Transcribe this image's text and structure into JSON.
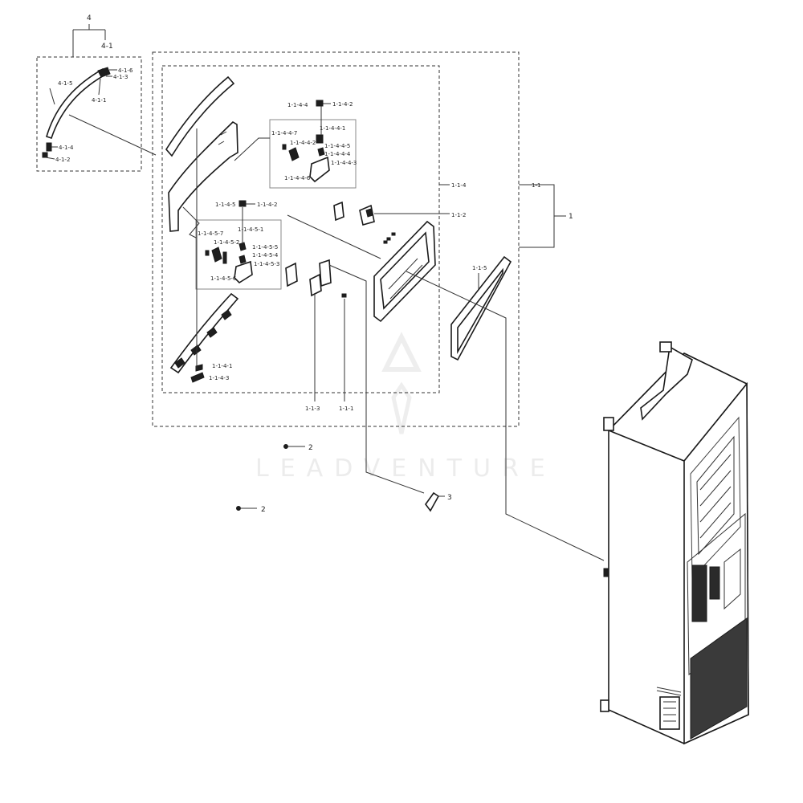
{
  "watermark": {
    "text": "LEADVENTURE"
  },
  "labels": {
    "l4": "4",
    "l4_1": "4-1",
    "l4_1_6": "4-1-6",
    "l4_1_3": "4-1-3",
    "l4_1_5": "4-1-5",
    "l4_1_1": "4-1-1",
    "l4_1_4": "4-1-4",
    "l4_1_2": "4-1-2",
    "l1_1_4_2a": "1-1-4-2",
    "l1_1_4_4": "1-1-4-4",
    "l1_1_4_4_1": "1-1-4-4-1",
    "l1_1_4_4_7": "1-1-4-4-7",
    "l1_1_4_4_2": "1-1-4-4-2",
    "l1_1_4_4_5": "1-1-4-4-5",
    "l1_1_4_4_4": "1-1-4-4-4",
    "l1_1_4_4_3": "1-1-4-4-3",
    "l1_1_4_4_6": "1-1-4-4-6",
    "l1_1_4": "1-1-4",
    "l1_1": "1-1",
    "l1": "1",
    "l1_1_2": "1-1-2",
    "l1_1_4_5": "1-1-4-5",
    "l1_1_4_2b": "1-1-4-2",
    "l1_1_4_5_1": "1-1-4-5-1",
    "l1_1_4_5_7": "1-1-4-5-7",
    "l1_1_4_5_2": "1-1-4-5-2",
    "l1_1_4_5_5": "1-1-4-5-5",
    "l1_1_4_5_4": "1-1-4-5-4",
    "l1_1_4_5_3": "1-1-4-5-3",
    "l1_1_4_5_6": "1-1-4-5-6",
    "l1_1_5": "1-1-5",
    "l1_1_4_1": "1-1-4-1",
    "l1_1_4_3": "1-1-4-3",
    "l1_1_3": "1-1-3",
    "l1_1_1": "1-1-1",
    "l2a": "2",
    "l2b": "2",
    "l3": "3"
  }
}
